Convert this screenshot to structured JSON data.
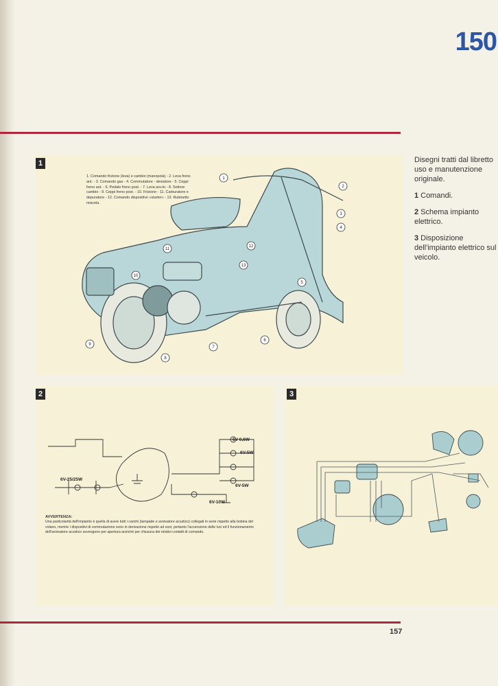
{
  "page": {
    "chapter_number": "150",
    "page_number": "157"
  },
  "caption": {
    "intro": "Disegni tratti dal libretto uso e manutenzione originale.",
    "items": [
      {
        "num": "1",
        "text": "Comandi."
      },
      {
        "num": "2",
        "text": "Schema impianto elettrico."
      },
      {
        "num": "3",
        "text": "Disposizione dell'impianto elettrico sul veicolo."
      }
    ]
  },
  "figure1": {
    "number": "1",
    "legend": "1. Comando frizione (leva) e cambio (manopola) - 2. Leva freno ant. - 3. Comando gas - 4. Commutatore - deviatore - 5. Ceppi freno ant. - 6. Pedale freno post. - 7. Leva avv.to - 8. Settore cambio - 9. Ceppi freno post. - 10. Frizione - 11. Carburatore e depuratore - 12. Comando dispositivo «starter» - 13. Rubinetto miscela.",
    "callouts": [
      "1",
      "2",
      "3",
      "4",
      "5",
      "6",
      "7",
      "8",
      "9",
      "10",
      "11",
      "12",
      "13"
    ]
  },
  "figure2": {
    "number": "2",
    "voltages": [
      "6V-0,6W",
      "6V-5W",
      "6V-10W",
      "6V-5W",
      "6V-25/25W"
    ],
    "warning_title": "AVVERTENZA:",
    "warning_text": "Una particolarità dell'impianto è quella di avere tutti i carichi (lampade e avvisatore acustico) collegati in serie rispetto alla bobina del volano, mentre i dispositivi di commutazione sono in derivazione rispetto ad essi; pertanto l'accensione delle luci ed il funzionamento dell'avvisatore acustico avvengono per apertura anziché per chiusura dei relativi contatti di comando."
  },
  "figure3": {
    "number": "3"
  },
  "colors": {
    "rule": "#b0263a",
    "chapter": "#2c55a6",
    "drawing": "#b9d6d8"
  }
}
